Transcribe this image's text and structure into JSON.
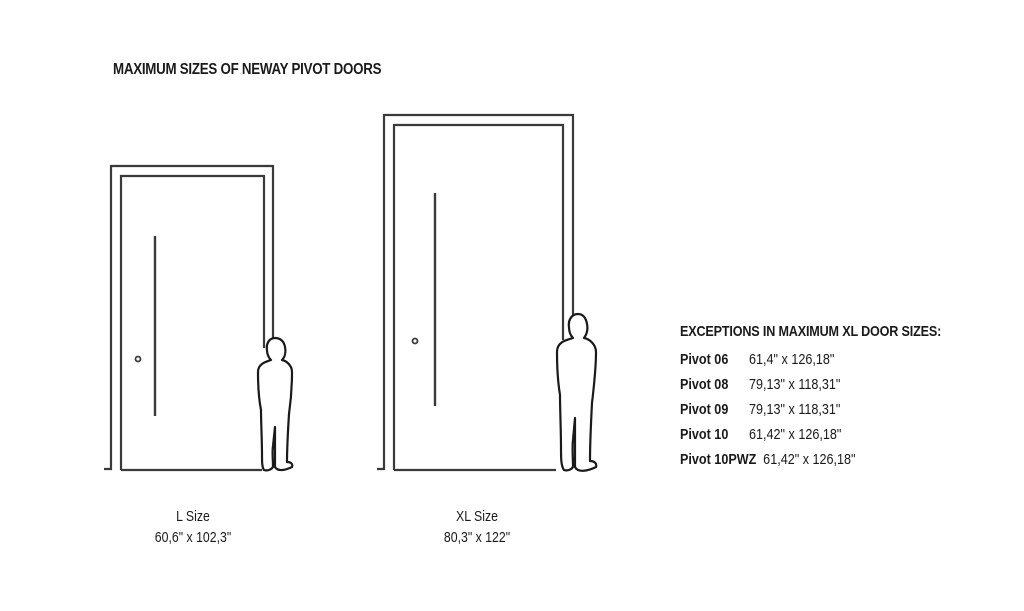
{
  "title": "MAXIMUM SIZES OF NEWAY PIVOT DOORS",
  "doors": [
    {
      "name": "L Size",
      "dimensions": "60,6\" x 102,3\"",
      "icons": [
        "door-frame-icon",
        "door-handle-icon",
        "door-lock-icon",
        "person-silhouette-icon"
      ]
    },
    {
      "name": "XL Size",
      "dimensions": "80,3\" x 122\"",
      "icons": [
        "door-frame-icon",
        "door-handle-icon",
        "door-lock-icon",
        "person-silhouette-icon"
      ]
    }
  ],
  "exceptions": {
    "heading": "EXCEPTIONS IN MAXIMUM XL DOOR SIZES:",
    "items": [
      {
        "model": "Pivot 06",
        "dimensions": "61,4\" x 126,18\""
      },
      {
        "model": "Pivot 08",
        "dimensions": "79,13\" x 118,31\""
      },
      {
        "model": "Pivot 09",
        "dimensions": "79,13\" x 118,31\""
      },
      {
        "model": "Pivot 10",
        "dimensions": "61,42\" x 126,18\""
      },
      {
        "model": "Pivot 10PWZ",
        "dimensions": "61,42\" x 126,18\""
      }
    ]
  },
  "colors": {
    "line": "#3a3a3a",
    "text": "#1a1a1a",
    "background": "#ffffff"
  }
}
